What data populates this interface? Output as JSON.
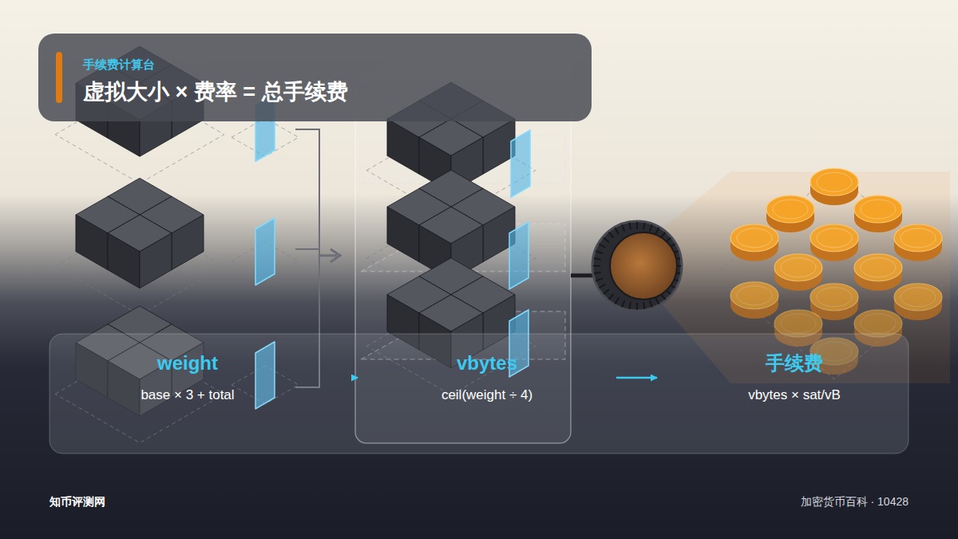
{
  "diagram": {
    "nodes": [
      {
        "text": [
          "手续费计算台",
          "虚拟大小 × 费率 = 总手续费"
        ]
      },
      {
        "text": [
          "weight",
          "base × 3 + total"
        ]
      },
      {
        "text": [
          "vbytes",
          "ceil(weight ÷ 4)"
        ]
      },
      {
        "text": [
          "手续费",
          "vbytes × sat/vB"
        ]
      }
    ],
    "edges": [
      {
        "from": 1,
        "to": 2,
        "arrow": "to"
      },
      {
        "from": 2,
        "to": 3,
        "arrow": "to"
      }
    ],
    "labels": [
      "知币评测网",
      "加密货币百科 · 10428"
    ]
  }
}
